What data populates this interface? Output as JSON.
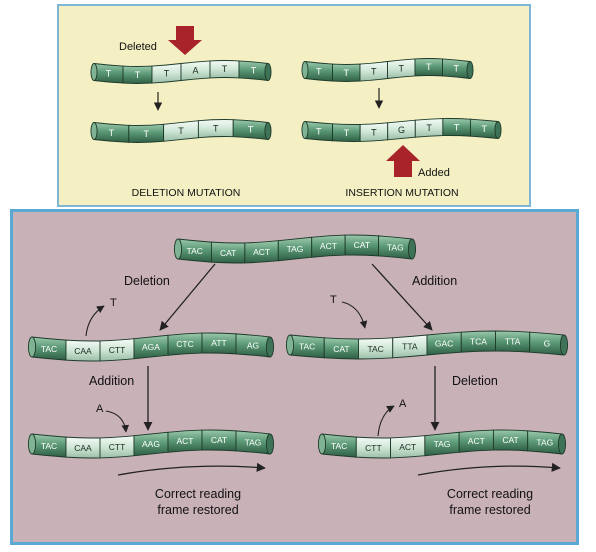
{
  "colors": {
    "top_panel_bg": "#f4f0c4",
    "top_panel_border": "#7fb6d6",
    "bottom_panel_bg": "#c9b1b8",
    "bottom_panel_border": "#5aa9d4",
    "segment_dark": "#4f8a6a",
    "segment_light": "#cfe6d6",
    "mutation_arrow": "#a8242a"
  },
  "top": {
    "deletion": {
      "pointer_label": "Deleted",
      "before": [
        "T",
        "T",
        "T",
        "A",
        "T",
        "T"
      ],
      "after": [
        "T",
        "T",
        "T",
        "T",
        "T"
      ],
      "caption": "DELETION MUTATION"
    },
    "insertion": {
      "pointer_label": "Added",
      "before": [
        "T",
        "T",
        "T",
        "T",
        "T",
        "T"
      ],
      "after": [
        "T",
        "T",
        "T",
        "G",
        "T",
        "T",
        "T"
      ],
      "caption": "INSERTION MUTATION"
    }
  },
  "bottom": {
    "original": [
      "TAC",
      "CAT",
      "ACT",
      "TAG",
      "ACT",
      "CAT",
      "TAG"
    ],
    "left": {
      "first_step": "Deletion",
      "removed_base": "T",
      "after_first": [
        "TAC",
        "CAA",
        "CTT",
        "AGA",
        "CTC",
        "ATT",
        "AG"
      ],
      "second_step": "Addition",
      "added_base": "A",
      "result": [
        "TAC",
        "CAA",
        "CTT",
        "AAG",
        "ACT",
        "CAT",
        "TAG"
      ],
      "caption_line1": "Correct reading",
      "caption_line2": "frame restored"
    },
    "right": {
      "first_step": "Addition",
      "added_base": "T",
      "after_first": [
        "TAC",
        "CAT",
        "TAC",
        "TTA",
        "GAC",
        "TCA",
        "TTA",
        "G"
      ],
      "second_step": "Deletion",
      "removed_base": "A",
      "result": [
        "TAC",
        "CTT",
        "ACT",
        "TAG",
        "ACT",
        "CAT",
        "TAG"
      ],
      "caption_line1": "Correct reading",
      "caption_line2": "frame restored"
    }
  }
}
